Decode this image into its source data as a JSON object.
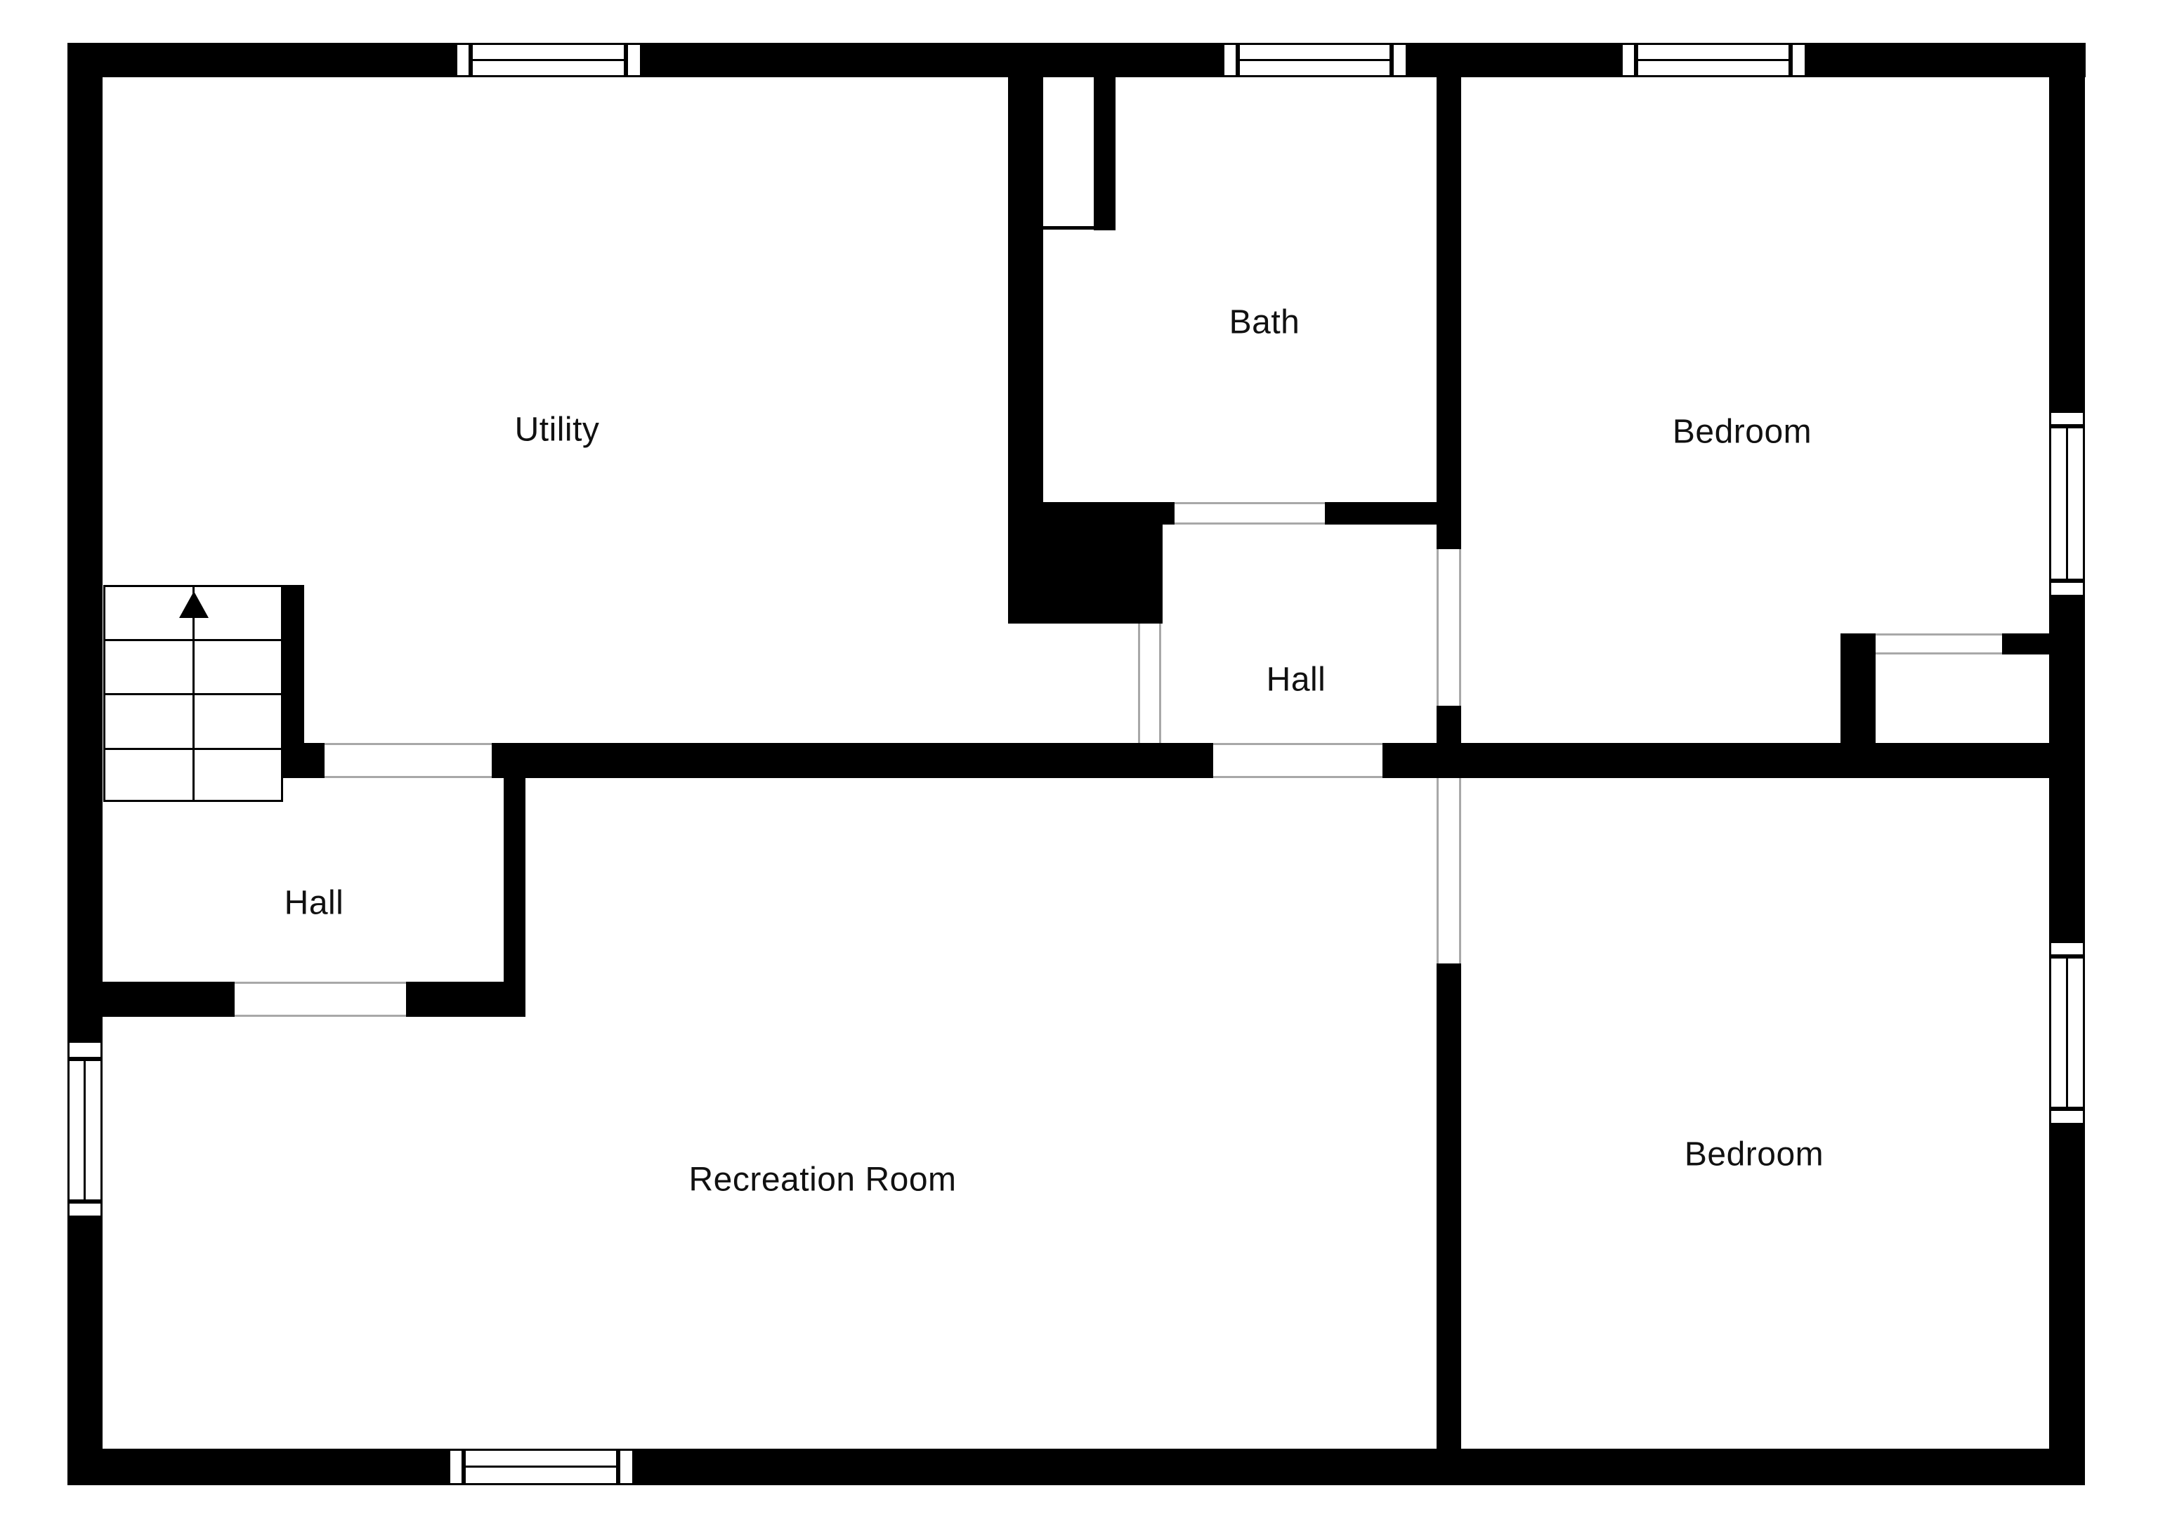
{
  "document": {
    "type": "floor-plan"
  },
  "colors": {
    "wall": "#000000",
    "background": "#ffffff",
    "opening_line": "#a8a8a8",
    "text": "#111111"
  },
  "rooms": {
    "utility": {
      "label": "Utility"
    },
    "bath": {
      "label": "Bath"
    },
    "bedroom_top": {
      "label": "Bedroom"
    },
    "hall_middle": {
      "label": "Hall"
    },
    "hall_left": {
      "label": "Hall"
    },
    "recreation": {
      "label": "Recreation Room"
    },
    "bedroom_bottom": {
      "label": "Bedroom"
    }
  },
  "stairs": {
    "direction": "up"
  }
}
